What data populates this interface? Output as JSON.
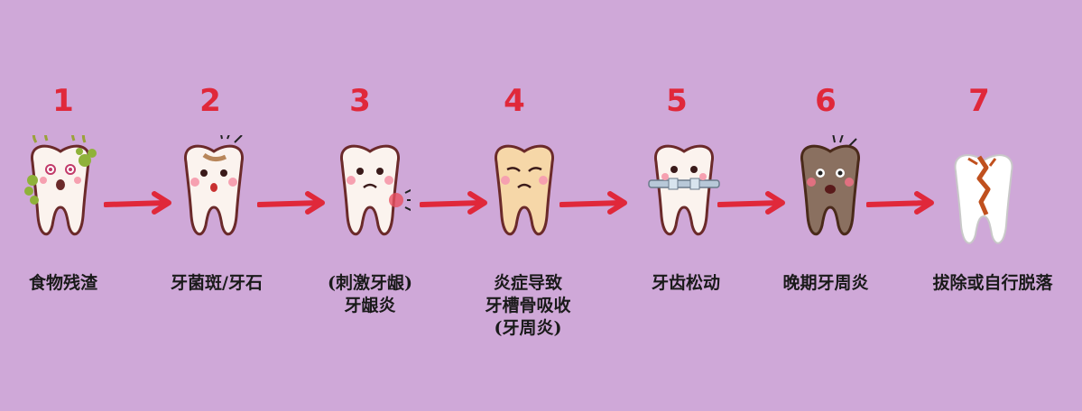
{
  "stages": [
    {
      "number": "1",
      "label": "食物残渣"
    },
    {
      "number": "2",
      "label": "牙菌斑/牙石"
    },
    {
      "number": "3",
      "label": "(刺激牙龈)\n牙龈炎"
    },
    {
      "number": "4",
      "label": "炎症导致\n牙槽骨吸收\n(牙周炎)"
    },
    {
      "number": "5",
      "label": "牙齿松动"
    },
    {
      "number": "6",
      "label": "晚期牙周炎"
    },
    {
      "number": "7",
      "label": "拔除或自行脱落"
    }
  ],
  "colors": {
    "background": "#cfa8d8",
    "number": "#e0283a",
    "arrow": "#e0283a",
    "tooth_outline": "#6b2a2a",
    "tooth_white": "#fbf3ee",
    "tooth_yellow": "#f6d7a8",
    "tooth_dark": "#8a7060",
    "food_debris": "#8fb23a",
    "crack": "#c0501e"
  }
}
